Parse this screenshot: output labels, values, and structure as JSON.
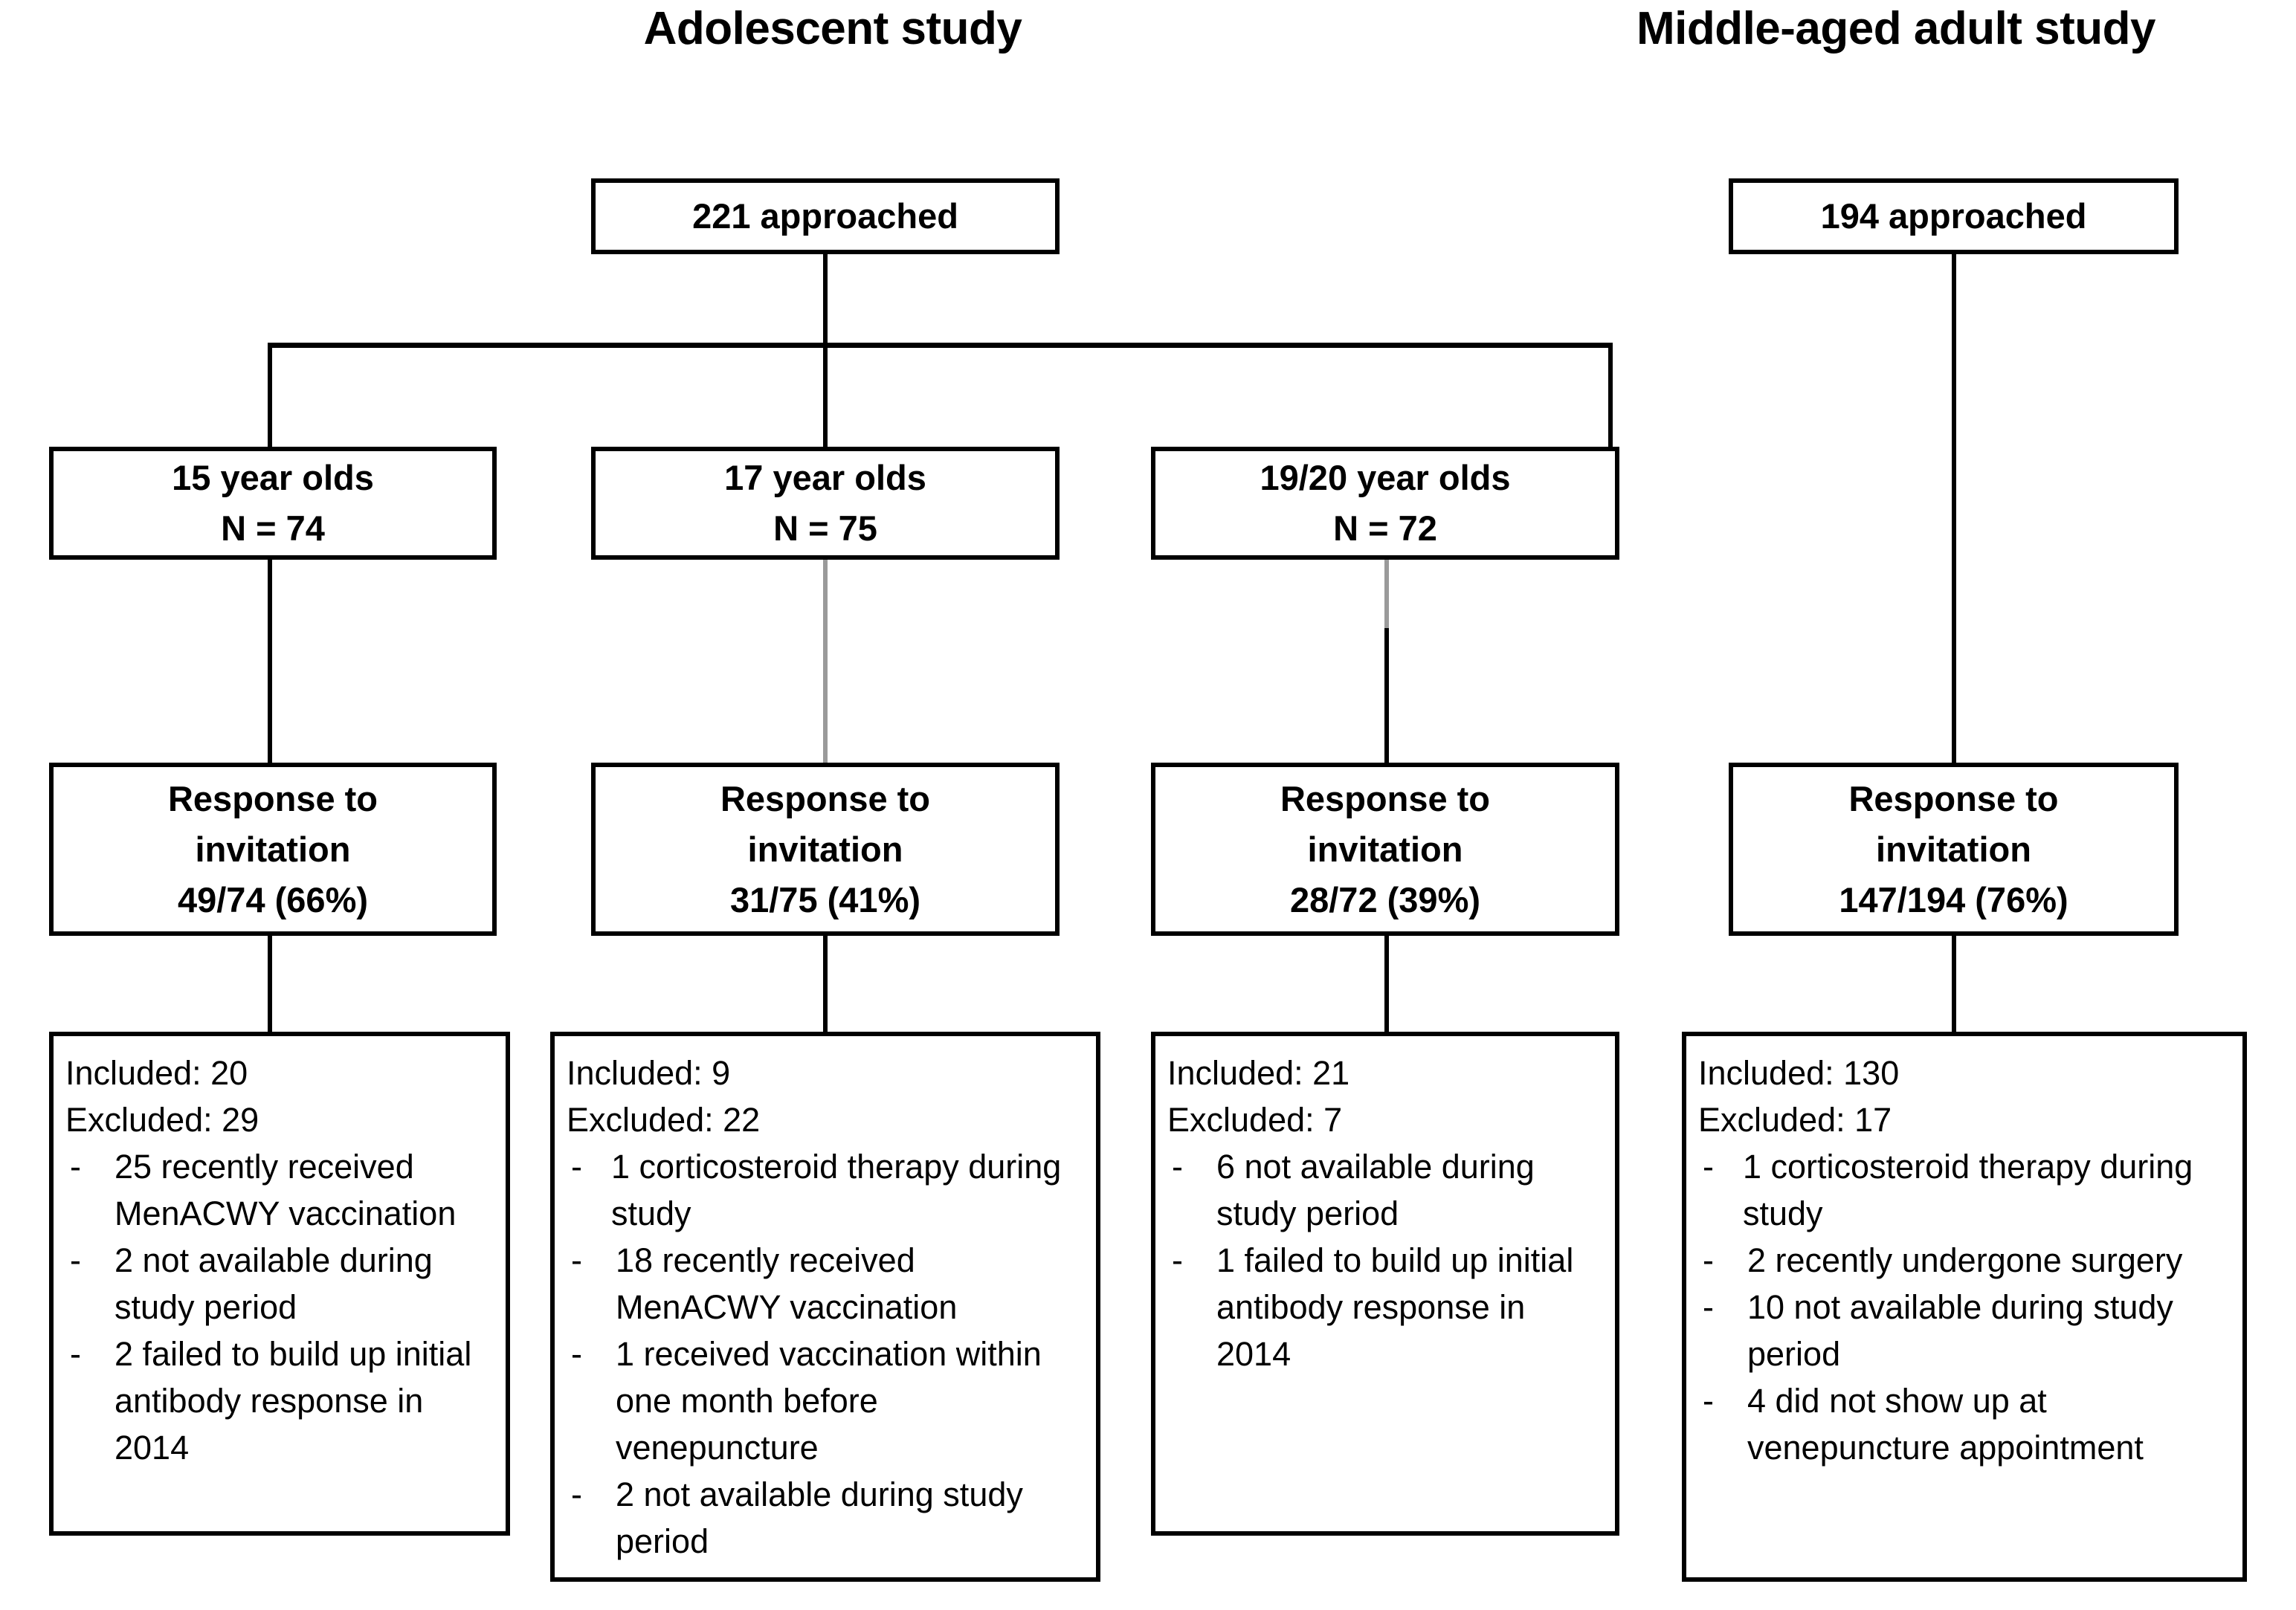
{
  "titles": {
    "left": "Adolescent study",
    "right": "Middle-aged adult study"
  },
  "top_boxes": {
    "adolescent": "221 approached",
    "adult": "194 approached"
  },
  "age_groups": [
    {
      "label": "15 year olds",
      "n": "N = 74"
    },
    {
      "label": "17 year olds",
      "n": "N = 75"
    },
    {
      "label": "19/20 year olds",
      "n": "N = 72"
    }
  ],
  "response_boxes": [
    {
      "line1": "Response to",
      "line2": "invitation",
      "value": "49/74 (66%)"
    },
    {
      "line1": "Response to",
      "line2": "invitation",
      "value": "31/75 (41%)"
    },
    {
      "line1": "Response to",
      "line2": "invitation",
      "value": "28/72 (39%)"
    },
    {
      "line1": "Response to",
      "line2": "invitation",
      "value": "147/194 (76%)"
    }
  ],
  "detail_boxes": [
    {
      "included": "Included: 20",
      "excluded": "Excluded: 29",
      "dash": "-",
      "reasons": [
        "25 recently received MenACWY vaccination",
        "2 not available during study period",
        "2 failed to build up initial antibody response in 2014"
      ]
    },
    {
      "included": "Included: 9",
      "excluded": "Excluded: 22",
      "dash": "-",
      "reasons": [
        "1 corticosteroid therapy during study",
        "18 recently received MenACWY vaccination",
        "1 received vaccination within one month before venepuncture",
        "2 not available during study period"
      ]
    },
    {
      "included": "Included: 21",
      "excluded": "Excluded: 7",
      "dash": "-",
      "reasons": [
        "6 not available during study period",
        "1 failed to build up initial antibody response in 2014"
      ]
    },
    {
      "included": "Included: 130",
      "excluded": "Excluded: 17",
      "dash": "-",
      "reasons": [
        "1 corticosteroid therapy during study",
        "2 recently undergone surgery",
        "10 not available during study period",
        "4 did not show up at venepuncture appointment"
      ]
    }
  ],
  "colors": {
    "stroke": "#000000",
    "stroke_faint": "#9a9a9a",
    "background": "#ffffff",
    "text": "#000000"
  }
}
